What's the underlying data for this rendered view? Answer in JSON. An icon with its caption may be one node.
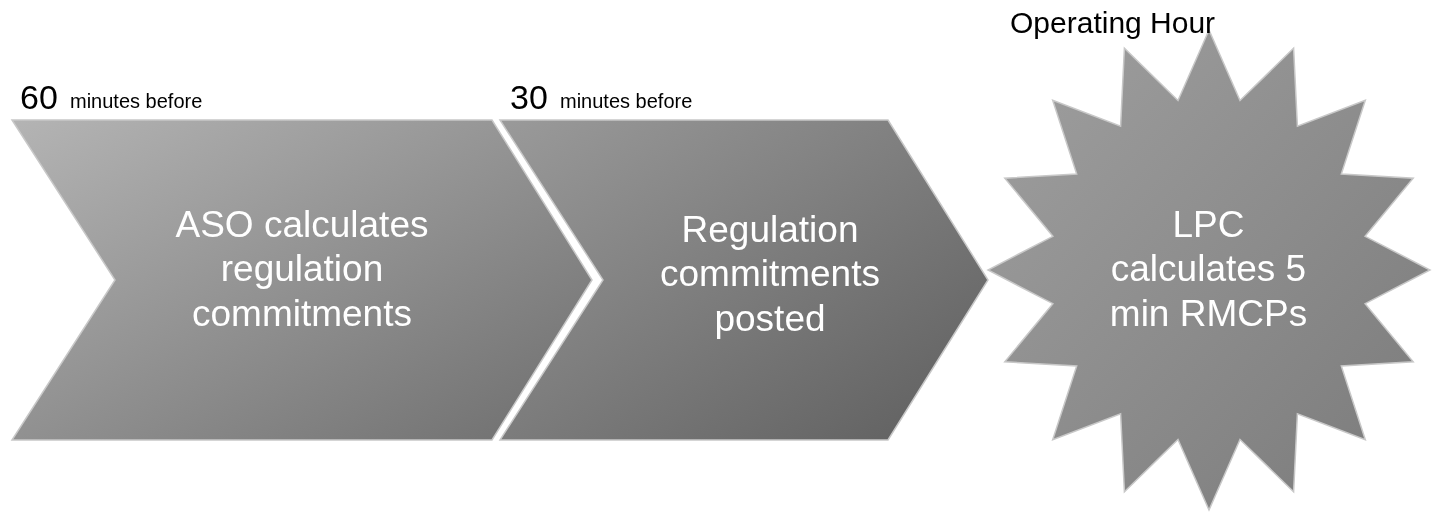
{
  "diagram": {
    "nodes": [
      {
        "text": [
          "ASO calculates regulation commitments"
        ],
        "beside": [
          "60",
          "minutes before"
        ]
      },
      {
        "text": [
          "Regulation commitments posted"
        ],
        "beside": [
          "30",
          "minutes before"
        ]
      },
      {
        "text": [
          "LPC calculates 5 min RMCPs"
        ],
        "beside": [
          "Operating Hour"
        ]
      }
    ]
  }
}
